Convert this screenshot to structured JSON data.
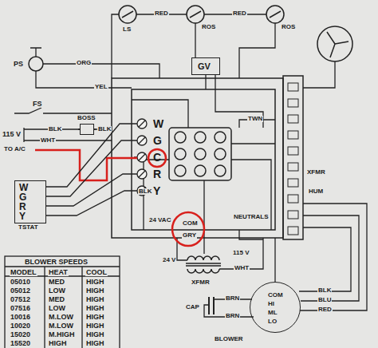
{
  "diagram": {
    "nodes": [
      {
        "text": [
          "GV"
        ]
      },
      {
        "text": [
          "BOSS"
        ]
      },
      {
        "text": [
          "W",
          "G",
          "R",
          "Y",
          "TSTAT"
        ]
      },
      {
        "text": [
          "W",
          "G",
          "C",
          "R",
          "Y"
        ]
      },
      {
        "text": [
          "COM",
          "HI",
          "ML",
          "LO"
        ]
      }
    ],
    "edges": [
      {
        "from": 2,
        "to": 3,
        "arrow": "none"
      },
      {
        "from": 2,
        "to": 3,
        "arrow": "none"
      },
      {
        "from": 2,
        "to": 3,
        "arrow": "none"
      },
      {
        "from": 2,
        "to": 3,
        "arrow": "none"
      }
    ],
    "labels": [
      "LS",
      "RED",
      "ROS",
      "RED",
      "ROS",
      "PS",
      "ORG",
      "YEL",
      "FS",
      "BLK",
      "115 V",
      "WHT",
      "BLK",
      "TO A/C",
      "TWN",
      "XFMR",
      "HUM",
      "BLK",
      "24 VAC",
      "COM",
      "GRY",
      "NEUTRALS",
      "24 V",
      "115 V",
      "WHT",
      "XFMR",
      "CAP",
      "BRN",
      "BRN",
      "BLOWER",
      "BLK",
      "BLU",
      "RED",
      "BLOWER SPEEDS",
      "MODEL",
      "HEAT",
      "COOL",
      "05010",
      "MED",
      "HIGH",
      "05012",
      "LOW",
      "HIGH",
      "07512",
      "MED",
      "HIGH",
      "07516",
      "LOW",
      "HIGH",
      "10016",
      "M.LOW",
      "HIGH",
      "10020",
      "M.LOW",
      "HIGH",
      "15020",
      "M.HIGH",
      "HIGH",
      "15520",
      "HIGH",
      "HIGH"
    ]
  }
}
